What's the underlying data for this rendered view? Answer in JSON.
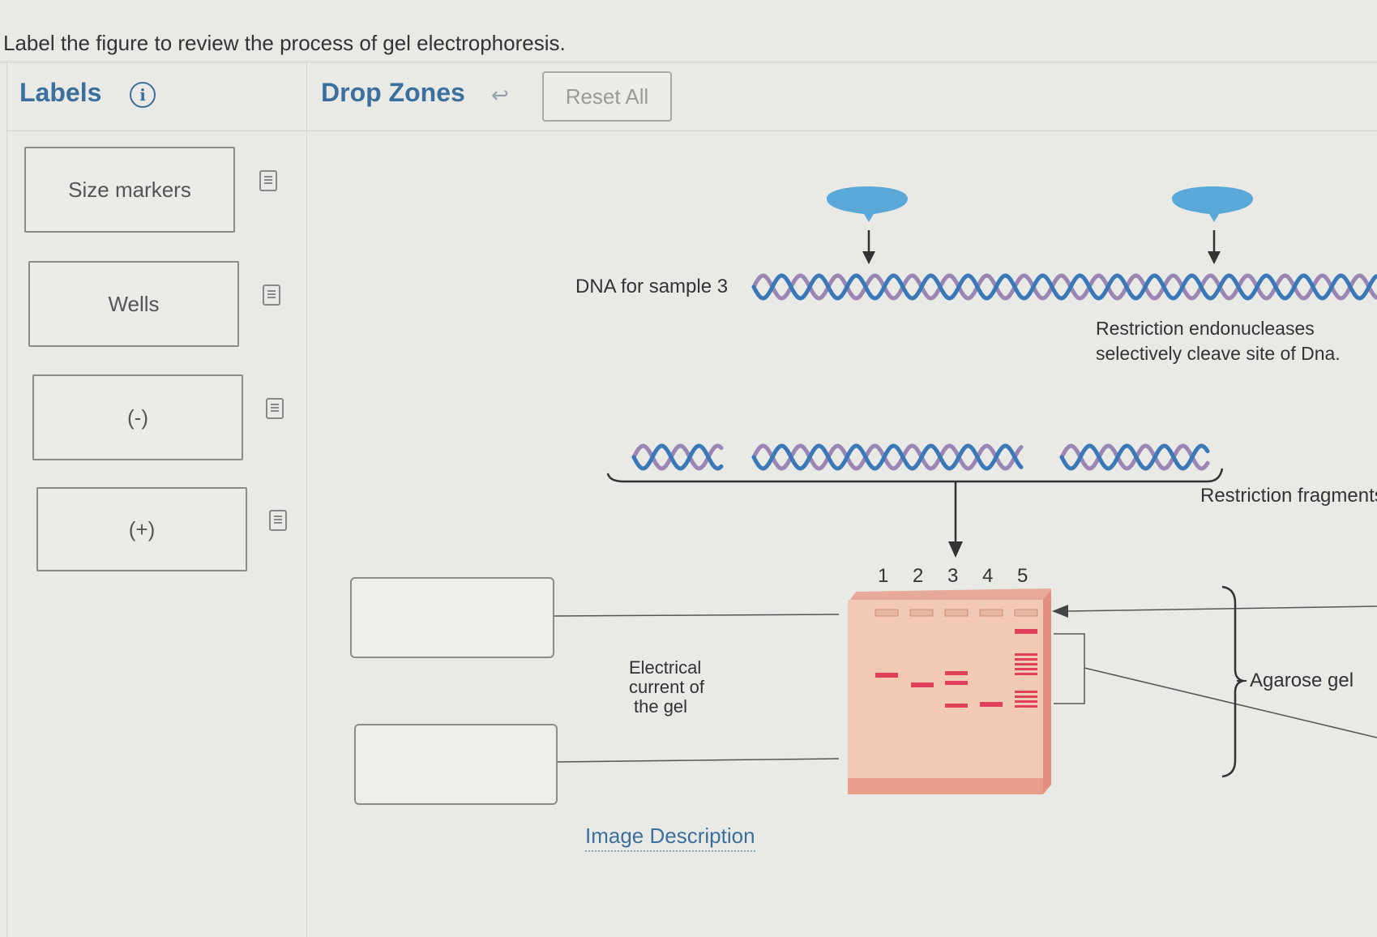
{
  "instruction": "Label the figure to review the process of gel electrophoresis.",
  "labels_panel": {
    "title": "Labels",
    "items": [
      {
        "text": "Size markers"
      },
      {
        "text": "Wells"
      },
      {
        "text": "(-)"
      },
      {
        "text": "(+)"
      }
    ]
  },
  "drop_panel": {
    "title": "Drop Zones",
    "reset_label": "Reset All"
  },
  "figure": {
    "dna_label": "DNA for sample 3",
    "enzyme_caption_line1": "Restriction endonucleases",
    "enzyme_caption_line2": "selectively cleave site of Dna.",
    "fragments_label": "Restriction fragments",
    "lane_numbers": [
      "1",
      "2",
      "3",
      "4",
      "5"
    ],
    "current_line1": "Electrical",
    "current_line2": "current of",
    "current_line3": "the gel",
    "gel_label": "Agarose gel",
    "gel_color": "#f2c9b5",
    "band_color": "#e0405a",
    "dna_colors": [
      "#3a78b8",
      "#9a86b4"
    ]
  },
  "image_description_link": "Image Description"
}
